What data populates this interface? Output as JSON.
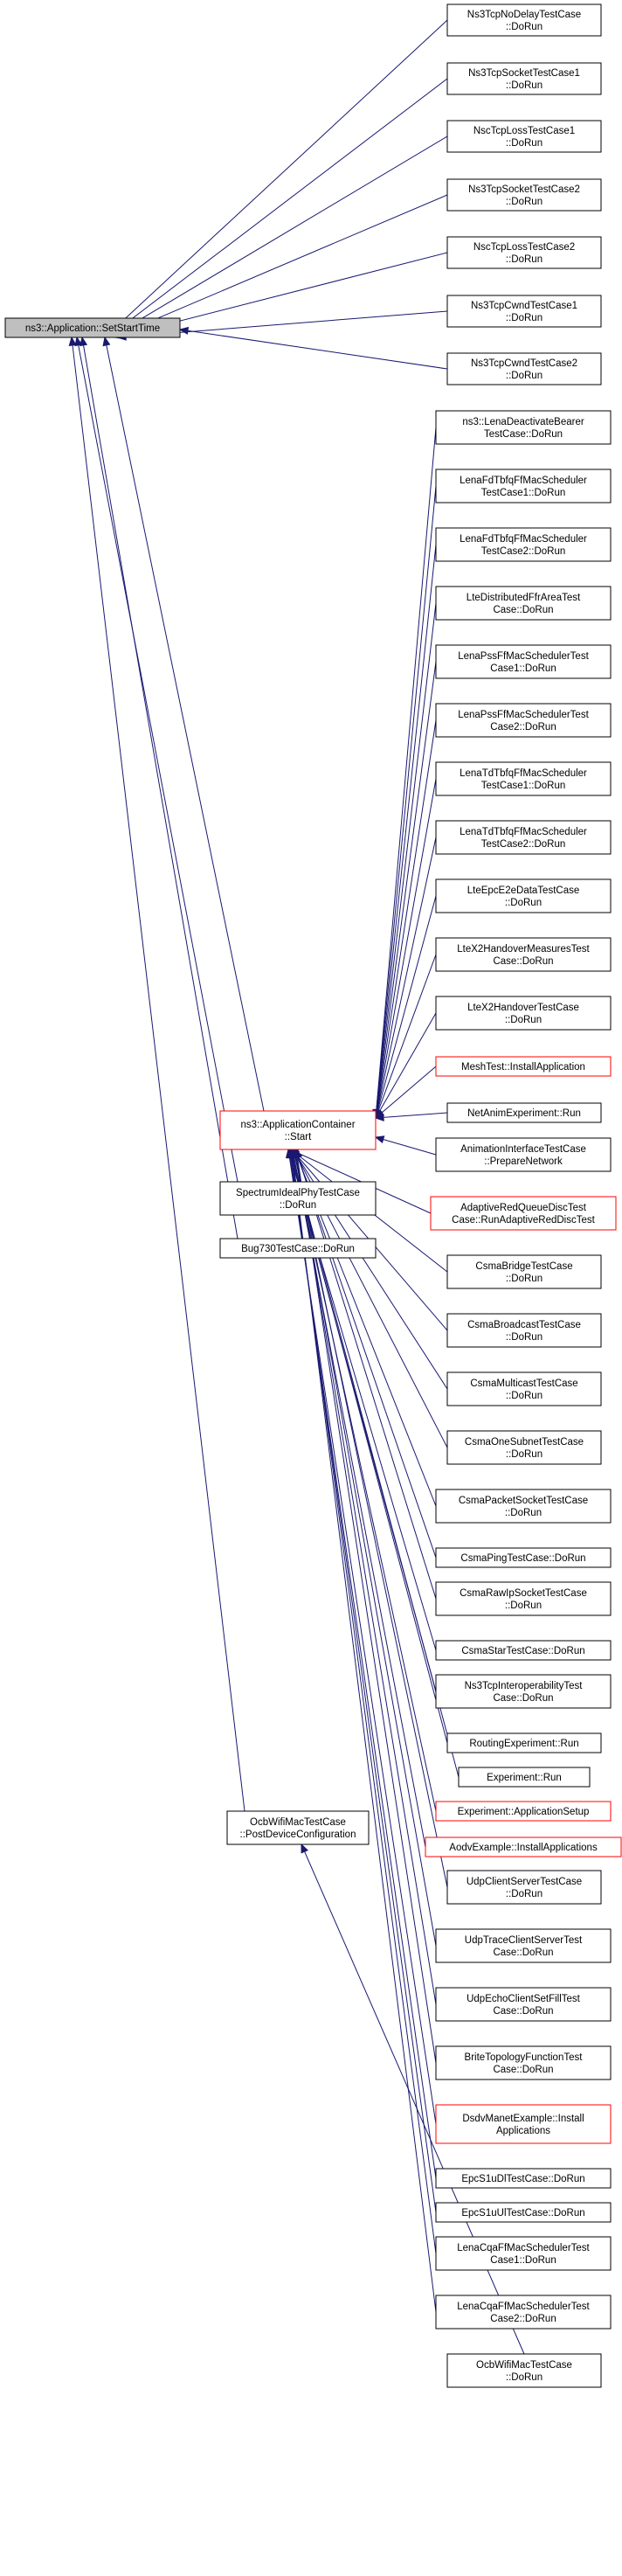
{
  "root": {
    "id": "root",
    "lines": [
      "ns3::Application::SetStartTime"
    ],
    "highlighted": true
  },
  "nodes": [
    {
      "id": "n1",
      "lines": [
        "Ns3TcpNoDelayTestCase",
        "::DoRun"
      ]
    },
    {
      "id": "n2",
      "lines": [
        "Ns3TcpSocketTestCase1",
        "::DoRun"
      ]
    },
    {
      "id": "n3",
      "lines": [
        "NscTcpLossTestCase1",
        "::DoRun"
      ]
    },
    {
      "id": "n4",
      "lines": [
        "Ns3TcpSocketTestCase2",
        "::DoRun"
      ]
    },
    {
      "id": "n5",
      "lines": [
        "NscTcpLossTestCase2",
        "::DoRun"
      ]
    },
    {
      "id": "n6",
      "lines": [
        "Ns3TcpCwndTestCase1",
        "::DoRun"
      ]
    },
    {
      "id": "n7",
      "lines": [
        "Ns3TcpCwndTestCase2",
        "::DoRun"
      ]
    },
    {
      "id": "n8",
      "lines": [
        "ns3::LenaDeactivateBearer",
        "TestCase::DoRun"
      ]
    },
    {
      "id": "n9",
      "lines": [
        "LenaFdTbfqFfMacScheduler",
        "TestCase1::DoRun"
      ]
    },
    {
      "id": "n10",
      "lines": [
        "LenaFdTbfqFfMacScheduler",
        "TestCase2::DoRun"
      ]
    },
    {
      "id": "n11",
      "lines": [
        "LteDistributedFfrAreaTest",
        "Case::DoRun"
      ]
    },
    {
      "id": "n12",
      "lines": [
        "LenaPssFfMacSchedulerTest",
        "Case1::DoRun"
      ]
    },
    {
      "id": "n13",
      "lines": [
        "LenaPssFfMacSchedulerTest",
        "Case2::DoRun"
      ]
    },
    {
      "id": "n14",
      "lines": [
        "LenaTdTbfqFfMacScheduler",
        "TestCase1::DoRun"
      ]
    },
    {
      "id": "n15",
      "lines": [
        "LenaTdTbfqFfMacScheduler",
        "TestCase2::DoRun"
      ]
    },
    {
      "id": "n16",
      "lines": [
        "LteEpcE2eDataTestCase",
        "::DoRun"
      ]
    },
    {
      "id": "n17",
      "lines": [
        "LteX2HandoverMeasuresTest",
        "Case::DoRun"
      ]
    },
    {
      "id": "n18",
      "lines": [
        "LteX2HandoverTestCase",
        "::DoRun"
      ]
    },
    {
      "id": "n19",
      "lines": [
        "MeshTest::InstallApplication"
      ],
      "red": true
    },
    {
      "id": "n20",
      "lines": [
        "NetAnimExperiment::Run"
      ]
    },
    {
      "id": "n21",
      "lines": [
        "AnimationInterfaceTestCase",
        "::PrepareNetwork"
      ]
    },
    {
      "id": "n22",
      "lines": [
        "AdaptiveRedQueueDiscTest",
        "Case::RunAdaptiveRedDiscTest"
      ],
      "red": true
    },
    {
      "id": "n23",
      "lines": [
        "CsmaBridgeTestCase",
        "::DoRun"
      ]
    },
    {
      "id": "n24",
      "lines": [
        "CsmaBroadcastTestCase",
        "::DoRun"
      ]
    },
    {
      "id": "n25",
      "lines": [
        "CsmaMulticastTestCase",
        "::DoRun"
      ]
    },
    {
      "id": "n26",
      "lines": [
        "CsmaOneSubnetTestCase",
        "::DoRun"
      ]
    },
    {
      "id": "n27",
      "lines": [
        "CsmaPacketSocketTestCase",
        "::DoRun"
      ]
    },
    {
      "id": "n28",
      "lines": [
        "CsmaPingTestCase::DoRun"
      ]
    },
    {
      "id": "n29",
      "lines": [
        "CsmaRawIpSocketTestCase",
        "::DoRun"
      ]
    },
    {
      "id": "n30",
      "lines": [
        "CsmaStarTestCase::DoRun"
      ]
    },
    {
      "id": "n31",
      "lines": [
        "Ns3TcpInteroperabilityTest",
        "Case::DoRun"
      ]
    },
    {
      "id": "n32",
      "lines": [
        "RoutingExperiment::Run"
      ]
    },
    {
      "id": "n33",
      "lines": [
        "Experiment::Run"
      ]
    },
    {
      "id": "n34",
      "lines": [
        "Experiment::ApplicationSetup"
      ],
      "red": true
    },
    {
      "id": "n35",
      "lines": [
        "AodvExample::InstallApplications"
      ],
      "red": true
    },
    {
      "id": "n36",
      "lines": [
        "UdpClientServerTestCase",
        "::DoRun"
      ]
    },
    {
      "id": "n37",
      "lines": [
        "UdpTraceClientServerTest",
        "Case::DoRun"
      ]
    },
    {
      "id": "n38",
      "lines": [
        "UdpEchoClientSetFillTest",
        "Case::DoRun"
      ]
    },
    {
      "id": "n39",
      "lines": [
        "BriteTopologyFunctionTest",
        "Case::DoRun"
      ]
    },
    {
      "id": "n40",
      "lines": [
        "DsdvManetExample::Install",
        "Applications"
      ],
      "red": true
    },
    {
      "id": "n41",
      "lines": [
        "EpcS1uDlTestCase::DoRun"
      ]
    },
    {
      "id": "n42",
      "lines": [
        "EpcS1uUlTestCase::DoRun"
      ]
    },
    {
      "id": "n43",
      "lines": [
        "LenaCqaFfMacSchedulerTest",
        "Case1::DoRun"
      ]
    },
    {
      "id": "n44",
      "lines": [
        "LenaCqaFfMacSchedulerTest",
        "Case2::DoRun"
      ]
    },
    {
      "id": "n45",
      "lines": [
        "OcbWifiMacTestCase",
        "::DoRun"
      ]
    },
    {
      "id": "m1",
      "lines": [
        "ns3::ApplicationContainer",
        "::Start"
      ],
      "red": true
    },
    {
      "id": "m2",
      "lines": [
        "SpectrumIdealPhyTestCase",
        "::DoRun"
      ]
    },
    {
      "id": "m3",
      "lines": [
        "Bug730TestCase::DoRun"
      ]
    },
    {
      "id": "m4",
      "lines": [
        "OcbWifiMacTestCase",
        "::PostDeviceConfiguration"
      ]
    }
  ],
  "edges": [
    {
      "from": "n1",
      "to": "root"
    },
    {
      "from": "n2",
      "to": "root"
    },
    {
      "from": "n3",
      "to": "root"
    },
    {
      "from": "n4",
      "to": "root"
    },
    {
      "from": "n5",
      "to": "root"
    },
    {
      "from": "n6",
      "to": "root"
    },
    {
      "from": "n7",
      "to": "root"
    },
    {
      "from": "m1",
      "to": "root"
    },
    {
      "from": "m2",
      "to": "root"
    },
    {
      "from": "m3",
      "to": "root"
    },
    {
      "from": "m4",
      "to": "root"
    },
    {
      "from": "n8",
      "to": "m1"
    },
    {
      "from": "n9",
      "to": "m1"
    },
    {
      "from": "n10",
      "to": "m1"
    },
    {
      "from": "n11",
      "to": "m1"
    },
    {
      "from": "n12",
      "to": "m1"
    },
    {
      "from": "n13",
      "to": "m1"
    },
    {
      "from": "n14",
      "to": "m1"
    },
    {
      "from": "n15",
      "to": "m1"
    },
    {
      "from": "n16",
      "to": "m1"
    },
    {
      "from": "n17",
      "to": "m1"
    },
    {
      "from": "n18",
      "to": "m1"
    },
    {
      "from": "n19",
      "to": "m1"
    },
    {
      "from": "n20",
      "to": "m1"
    },
    {
      "from": "n21",
      "to": "m1"
    },
    {
      "from": "n22",
      "to": "m1"
    },
    {
      "from": "n23",
      "to": "m1"
    },
    {
      "from": "n24",
      "to": "m1"
    },
    {
      "from": "n25",
      "to": "m1"
    },
    {
      "from": "n26",
      "to": "m1"
    },
    {
      "from": "n27",
      "to": "m1"
    },
    {
      "from": "n28",
      "to": "m1"
    },
    {
      "from": "n29",
      "to": "m1"
    },
    {
      "from": "n30",
      "to": "m1"
    },
    {
      "from": "n31",
      "to": "m1"
    },
    {
      "from": "n32",
      "to": "m1"
    },
    {
      "from": "n33",
      "to": "m1"
    },
    {
      "from": "n34",
      "to": "m1"
    },
    {
      "from": "n35",
      "to": "m1"
    },
    {
      "from": "n36",
      "to": "m1"
    },
    {
      "from": "n37",
      "to": "m1"
    },
    {
      "from": "n38",
      "to": "m1"
    },
    {
      "from": "n39",
      "to": "m1"
    },
    {
      "from": "n40",
      "to": "m1"
    },
    {
      "from": "n41",
      "to": "m1"
    },
    {
      "from": "n42",
      "to": "m1"
    },
    {
      "from": "n43",
      "to": "m1"
    },
    {
      "from": "n44",
      "to": "m1"
    },
    {
      "from": "n45",
      "to": "m4"
    }
  ],
  "colors": {
    "edge": "#191970",
    "node_border": "#000000",
    "node_border_red": "#ff0000",
    "root_fill": "#bfbfbf",
    "background": "#ffffff"
  }
}
